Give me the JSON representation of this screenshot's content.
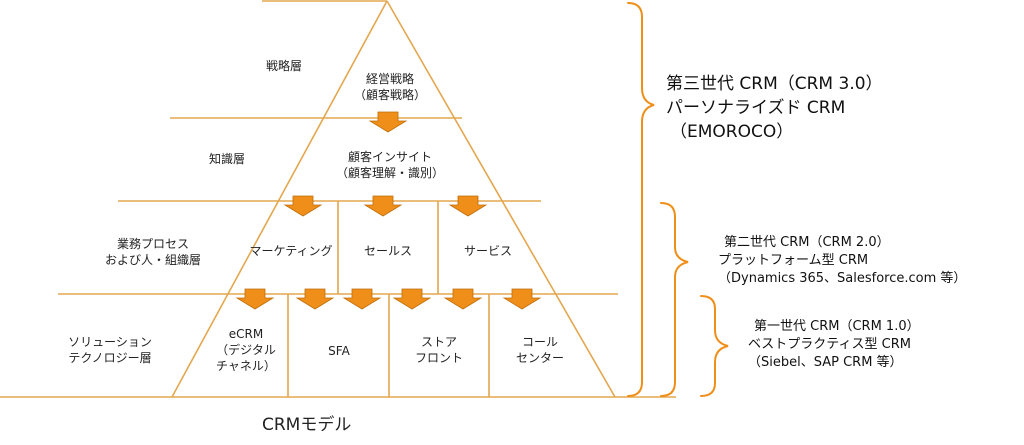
{
  "layers": {
    "strategy": "戦略層",
    "knowledge": "知識層",
    "process": [
      "業務プロセス",
      "および人・組織層"
    ],
    "technology": [
      "ソリューション",
      "テクノロジー層"
    ]
  },
  "pyramid": {
    "top": [
      "経営戦略",
      "（顧客戦略）"
    ],
    "insight": [
      "顧客インサイト",
      "（顧客理解・識別）"
    ],
    "functions": [
      "マーケティング",
      "セールス",
      "サービス"
    ],
    "solutions": {
      "ecrm": [
        "eCRM",
        "（デジタル",
        "チャネル）"
      ],
      "sfa": "SFA",
      "store": [
        "ストア",
        "フロント"
      ],
      "call": [
        "コール",
        "センター"
      ]
    }
  },
  "generations": {
    "third": [
      "第三世代  CRM（CRM 3.0）",
      "パーソナライズド  CRM",
      "（EMOROCO）"
    ],
    "second": [
      "第二世代  CRM（CRM 2.0）",
      "プラットフォーム型  CRM",
      "（Dynamics 365、Salesforce.com 等）"
    ],
    "first": [
      "第一世代  CRM（CRM 1.0）",
      "ベストプラクティス型  CRM",
      "（Siebel、SAP CRM 等）"
    ]
  },
  "caption": "CRMモデル",
  "colors": {
    "line": "#e3a74f",
    "arrow": "#ef8f1a",
    "arrowStroke": "#c06d0a"
  }
}
